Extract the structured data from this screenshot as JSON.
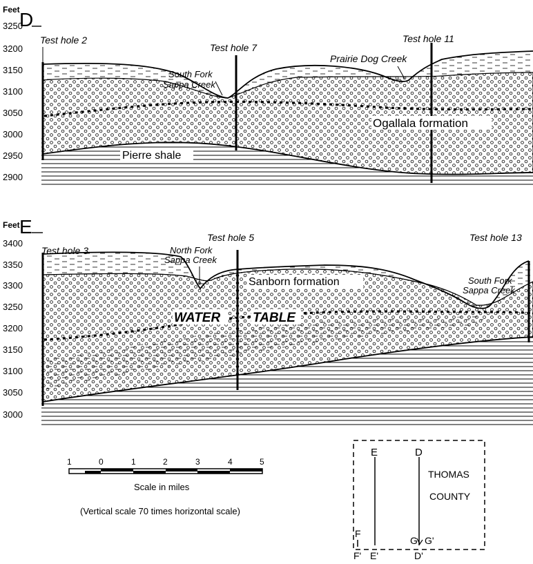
{
  "section_d": {
    "letter": "D",
    "unit_label": "Feet",
    "y_ticks": [
      "3250",
      "3200",
      "3150",
      "3100",
      "3050",
      "3000",
      "2950",
      "2900"
    ],
    "test_holes": [
      "Test hole 2",
      "Test hole 7",
      "Test hole 11"
    ],
    "creeks": [
      {
        "line1": "South Fork",
        "line2": "Sappa Creek"
      },
      {
        "line1": "Prairie Dog Creek"
      }
    ],
    "formations": [
      "Ogallala formation",
      "Pierre shale"
    ]
  },
  "section_e": {
    "letter": "E",
    "unit_label": "Feet",
    "y_ticks": [
      "3400",
      "3350",
      "3300",
      "3250",
      "3200",
      "3150",
      "3100",
      "3050",
      "3000"
    ],
    "test_holes": [
      "Test hole 3",
      "Test hole 5",
      "Test hole 13"
    ],
    "creeks": [
      {
        "line1": "North Fork",
        "line2": "Sappa Creek"
      },
      {
        "line1": "South Fork",
        "line2": "Sappa Creek"
      }
    ],
    "formations": [
      "Sanborn formation"
    ],
    "water_table": [
      "WATER",
      "TABLE"
    ]
  },
  "scale": {
    "ticks": [
      "1",
      "0",
      "1",
      "2",
      "3",
      "4",
      "5"
    ],
    "label": "Scale in miles",
    "note": "(Vertical scale 70 times horizontal scale)"
  },
  "index_map": {
    "county": [
      "THOMAS",
      "COUNTY"
    ],
    "top_letters": [
      "E",
      "D"
    ],
    "bottom_letters": [
      "F'",
      "E'",
      "D'"
    ],
    "mid_letters": [
      "F",
      "G",
      "G'"
    ]
  }
}
